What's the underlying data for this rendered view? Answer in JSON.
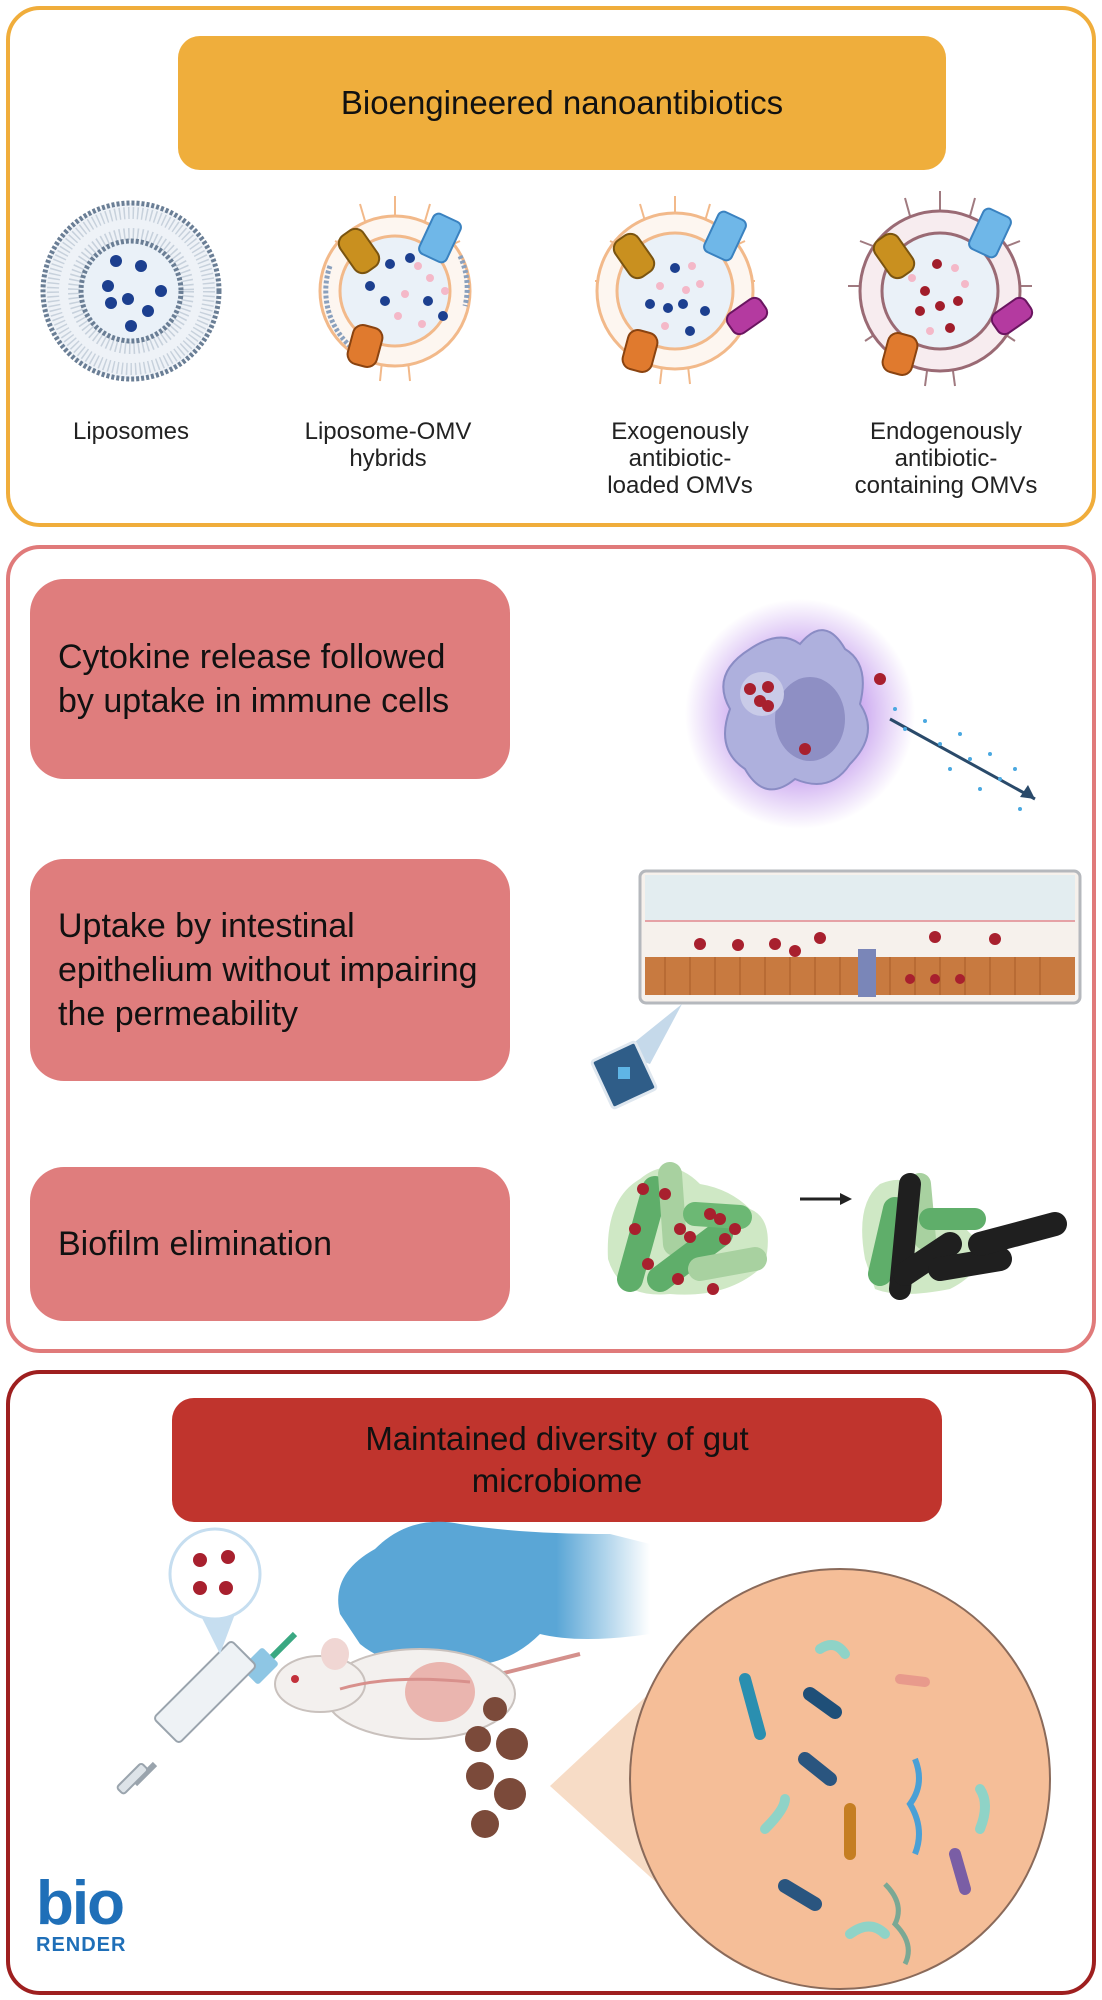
{
  "panel_1": {
    "header": "Bioengineered nanoantibiotics",
    "vesicles": [
      {
        "label": "Liposomes"
      },
      {
        "label": "Liposome-OMV\nhybrids"
      },
      {
        "label": "Exogenously\nantibiotic-\nloaded  OMVs"
      },
      {
        "label": "Endogenously\nantibiotic-\ncontaining OMVs"
      }
    ]
  },
  "panel_2": {
    "mechanisms": [
      {
        "label": "Cytokine release followed by uptake in immune cells",
        "illustration": "macrophage-icon"
      },
      {
        "label": "Uptake by intestinal epithelium without impairing the permeability",
        "illustration": "epithelium-transwell-icon"
      },
      {
        "label": "Biofilm elimination",
        "illustration": "biofilm-icon"
      }
    ]
  },
  "panel_3": {
    "header": "Maintained diversity of gut microbiome",
    "illustrations": [
      "syringe-icon",
      "mouse-icon",
      "gloved-hand-icon",
      "feces-icon",
      "gut-microbiome-magnified-icon"
    ]
  },
  "watermark": {
    "line1": "bio",
    "line2": "RENDER"
  },
  "colors": {
    "panel1_border": "#f0ad3b",
    "panel1_header": "#efae3c",
    "panel2_border": "#e07a7a",
    "mechanism_box": "#df7d7d",
    "panel3_border": "#9e1f1f",
    "panel3_header": "#c0342d",
    "brand_blue": "#1f6fb8"
  }
}
